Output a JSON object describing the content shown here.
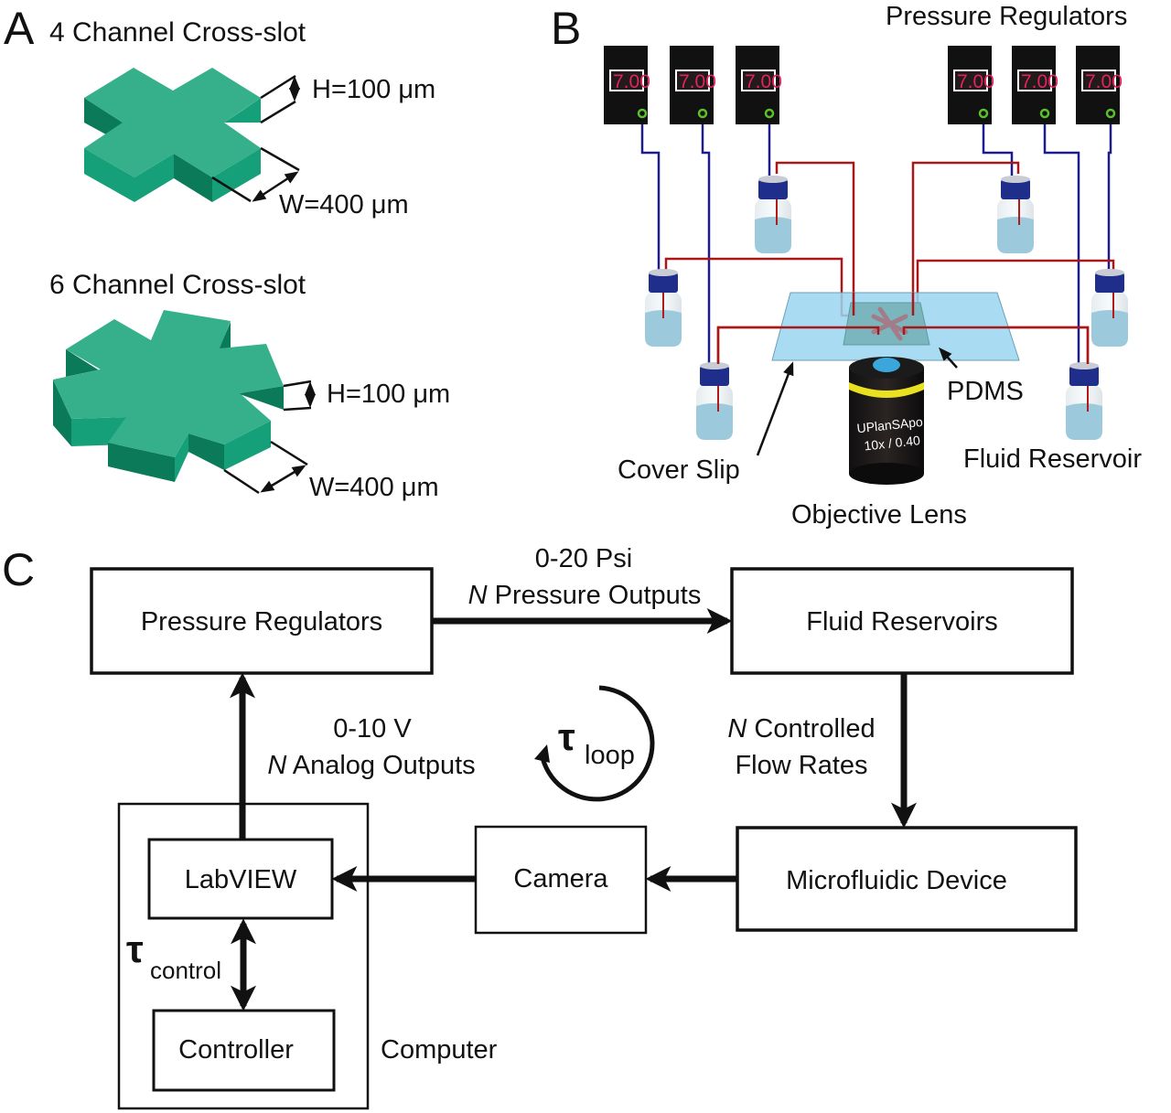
{
  "panels": {
    "a": {
      "letter": "A",
      "four_channel": {
        "title": "4 Channel Cross-slot",
        "height_label": "H=100 μm",
        "width_label": "W=400 μm"
      },
      "six_channel": {
        "title": "6 Channel Cross-slot",
        "height_label": "H=100 μm",
        "width_label": "W=400 μm"
      },
      "colors": {
        "top": "#36b08a",
        "side_light": "#16a07a",
        "side_dark": "#0b7a58"
      }
    },
    "b": {
      "letter": "B",
      "regulators_label": "Pressure Regulators",
      "regulator_readings": [
        "7.00",
        "7.00",
        "7.00",
        "7.00",
        "7.00",
        "7.00"
      ],
      "pdms_label": "PDMS",
      "cover_slip_label": "Cover Slip",
      "fluid_reservoir_label": "Fluid Reservoir",
      "objective_lens_label": "Objective Lens",
      "lens_text_line1": "UPlanSApo",
      "lens_text_line2": "10x / 0.40",
      "colors": {
        "air_tube": "#1c1c8c",
        "fluid_tube": "#b01c1c",
        "cap": "#1e2e8a",
        "fluid": "#9cc9dc",
        "slip": "#9ad6f0",
        "lcd": "#e0245e",
        "led": "#5ac02a",
        "lens_ring": "#e8e020"
      }
    },
    "c": {
      "letter": "C",
      "boxes": {
        "pressure_regulators": "Pressure Regulators",
        "fluid_reservoirs": "Fluid Reservoirs",
        "microfluidic_device": "Microfluidic Device",
        "camera": "Camera",
        "labview": "LabVIEW",
        "controller": "Controller",
        "computer": "Computer"
      },
      "arrows": {
        "pressure_line1": "0-20 Psi",
        "pressure_line2_italic": "N",
        "pressure_line2_rest": " Pressure Outputs",
        "analog_line1": "0-10 V",
        "analog_line2_italic": "N",
        "analog_line2_rest": " Analog Outputs",
        "flow_line1_italic": "N",
        "flow_line1_rest": " Controlled",
        "flow_line2": "Flow Rates"
      },
      "tau_loop": {
        "symbol": "τ",
        "subscript": "loop"
      },
      "tau_control": {
        "symbol": "τ",
        "subscript": "control"
      }
    }
  }
}
